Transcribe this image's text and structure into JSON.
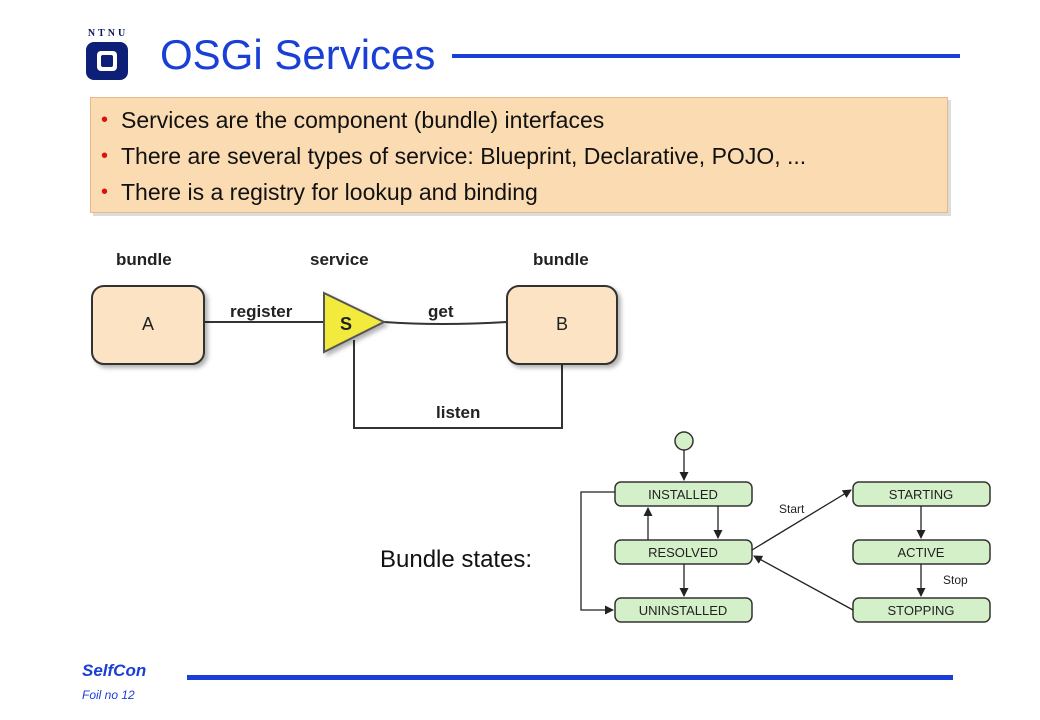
{
  "slide": {
    "title": "OSGi Services",
    "bullets": [
      "Services are the component (bundle) interfaces",
      "There are several types of service: Blueprint, Declarative, POJO,  ...",
      "There is a registry for lookup and binding"
    ],
    "bundle_states_label": "Bundle states:"
  },
  "logo": {
    "text": "NTNU"
  },
  "service_diagram": {
    "label_bundle_a": "bundle",
    "label_service": "service",
    "label_bundle_b": "bundle",
    "node_a": "A",
    "node_s": "S",
    "node_b": "B",
    "edge_register": "register",
    "edge_get": "get",
    "edge_listen": "listen"
  },
  "state_diagram": {
    "states": {
      "installed": "INSTALLED",
      "resolved": "RESOLVED",
      "uninstalled": "UNINSTALLED",
      "starting": "STARTING",
      "active": "ACTIVE",
      "stopping": "STOPPING"
    },
    "edge_start": "Start",
    "edge_stop": "Stop"
  },
  "footer": {
    "name": "SelfCon",
    "foil": "Foil no 12"
  },
  "colors": {
    "title_blue": "#1a3fd6",
    "bullet_red": "#d11111",
    "bullet_box": "#fbdcb2",
    "node_fill": "#fbe3c4",
    "service_yellow": "#f2ea3c",
    "state_fill": "#d4f0c8"
  }
}
